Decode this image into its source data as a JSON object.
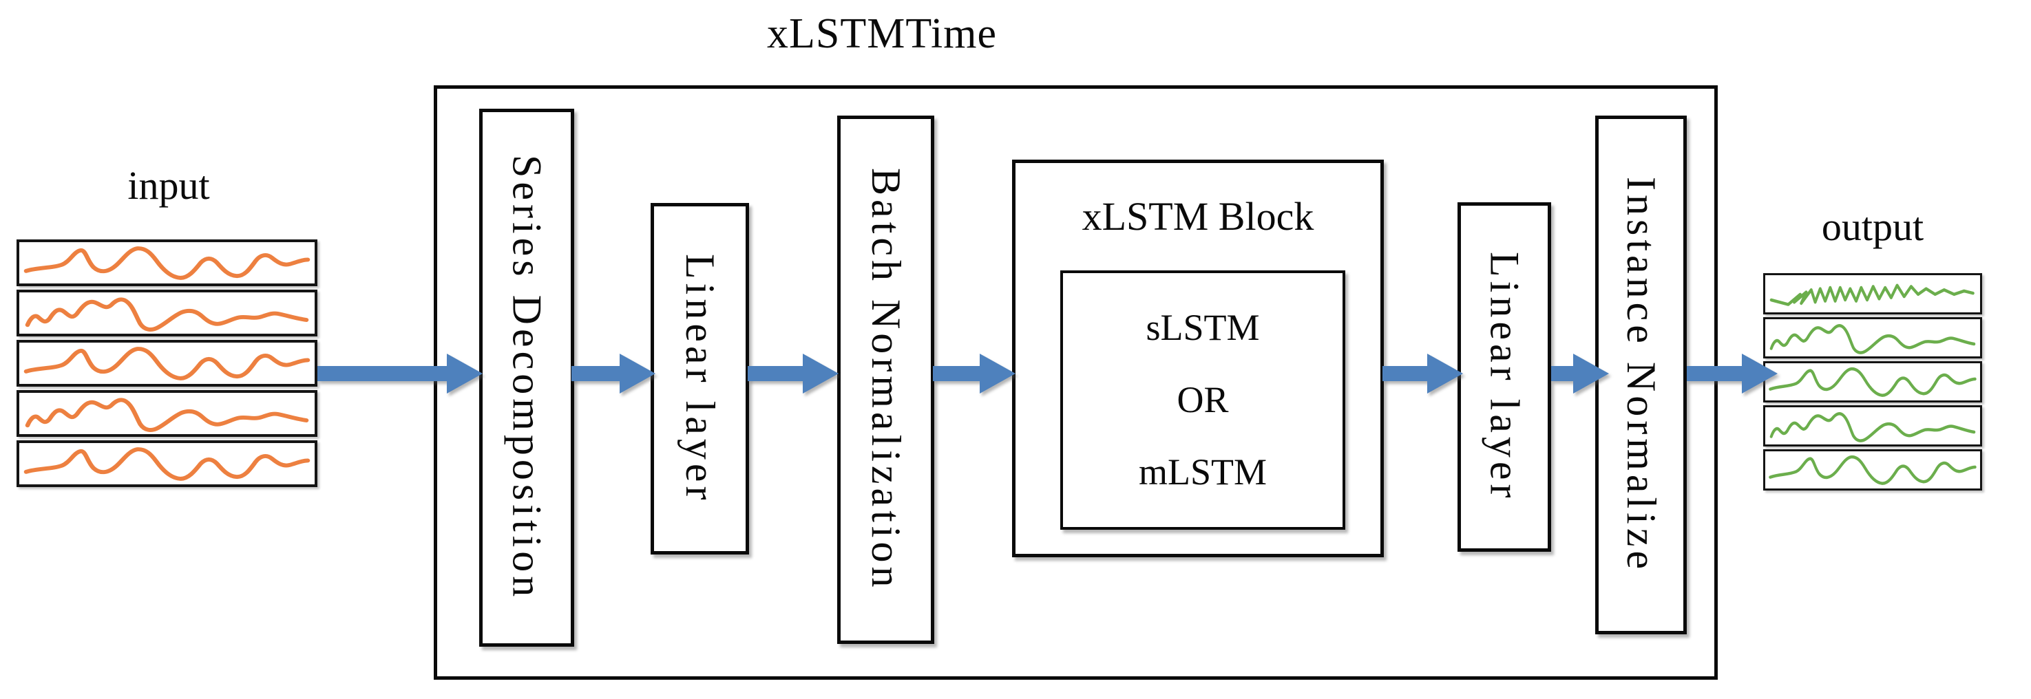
{
  "diagram": {
    "title": "xLSTMTime",
    "input": {
      "label": "input",
      "rows": 5,
      "wave_color": "#ED8040"
    },
    "output": {
      "label": "output",
      "rows": 5,
      "wave_color": "#6BAE4C"
    },
    "blocks": [
      {
        "id": "series-decomposition",
        "label": "Series Decomposition"
      },
      {
        "id": "linear-layer-1",
        "label": "Linear layer"
      },
      {
        "id": "batch-normalization",
        "label": "Batch Normalization"
      },
      {
        "id": "xlstm-block",
        "label": "xLSTM Block",
        "inner": {
          "lines": [
            "sLSTM",
            "OR",
            "mLSTM"
          ]
        }
      },
      {
        "id": "linear-layer-2",
        "label": "Linear layer"
      },
      {
        "id": "instance-normalize",
        "label": "Instance Normalize"
      }
    ],
    "arrow_count": 7,
    "colors": {
      "arrow": "#4E81BD",
      "input_wave": "#ED8040",
      "output_wave": "#6BAE4C",
      "border": "#000000",
      "background": "#FFFFFF"
    }
  }
}
